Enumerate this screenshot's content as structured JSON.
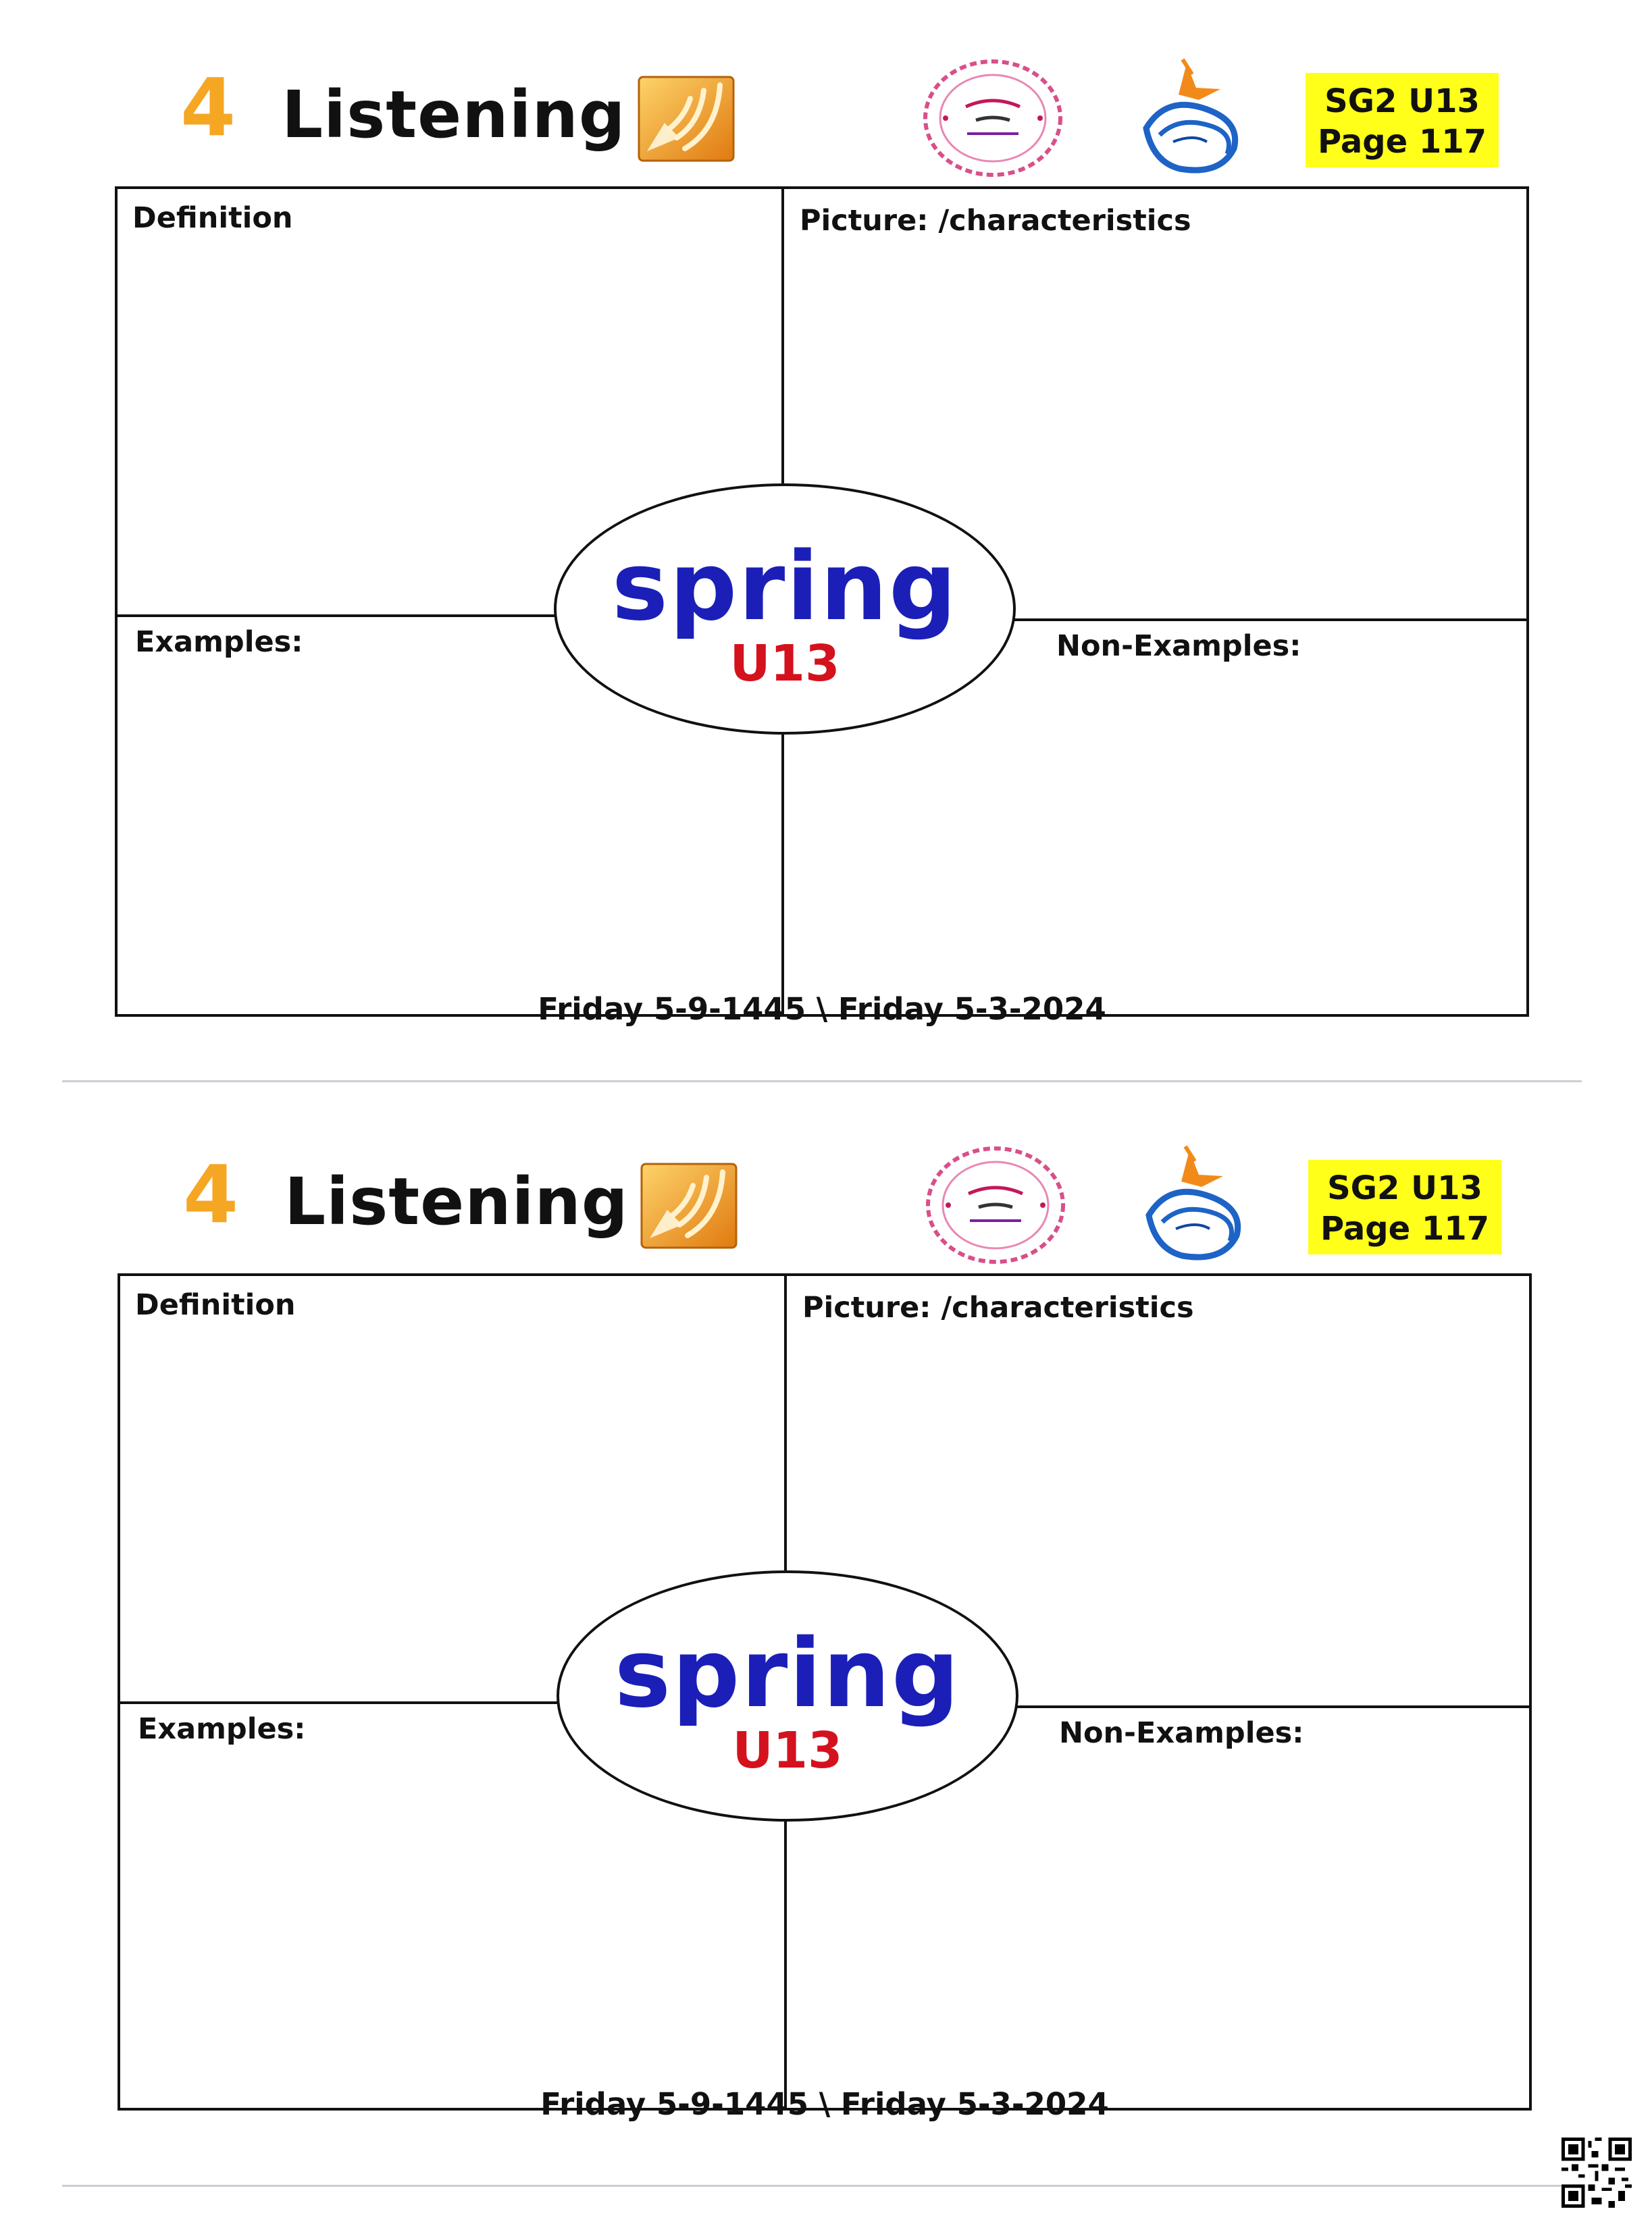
{
  "worksheets": [
    {
      "header": {
        "number": "4",
        "title": "Listening",
        "badge_line1": "SG2 U13",
        "badge_line2": "Page 117"
      },
      "quadrants": {
        "definition": "Definition",
        "picture": "Picture: /characteristics",
        "examples": "Examples:",
        "non_examples": "Non-Examples:"
      },
      "center": {
        "word": "spring",
        "unit": "U13"
      },
      "date": {
        "hijri": "Friday 5-9-1445",
        "separator": "\\",
        "gregorian": "Friday 5-3-2024"
      }
    },
    {
      "header": {
        "number": "4",
        "title": "Listening",
        "badge_line1": "SG2 U13",
        "badge_line2": "Page 117"
      },
      "quadrants": {
        "definition": "Definition",
        "picture": "Picture: /characteristics",
        "examples": "Examples:",
        "non_examples": "Non-Examples:"
      },
      "center": {
        "word": "spring",
        "unit": "U13"
      },
      "date": {
        "hijri": "Friday 5-9-1445",
        "separator": "\\",
        "gregorian": "Friday 5-3-2024"
      }
    }
  ],
  "icons": {
    "audio": "audio-speaker-icon",
    "stamp": "teacher-stamp-logo",
    "bird": "bird-wave-logo",
    "qr": "qr-code"
  },
  "colors": {
    "number": "#f5a623",
    "badge": "#ffff1a",
    "word": "#1b1fb8",
    "unit": "#d4121e"
  }
}
